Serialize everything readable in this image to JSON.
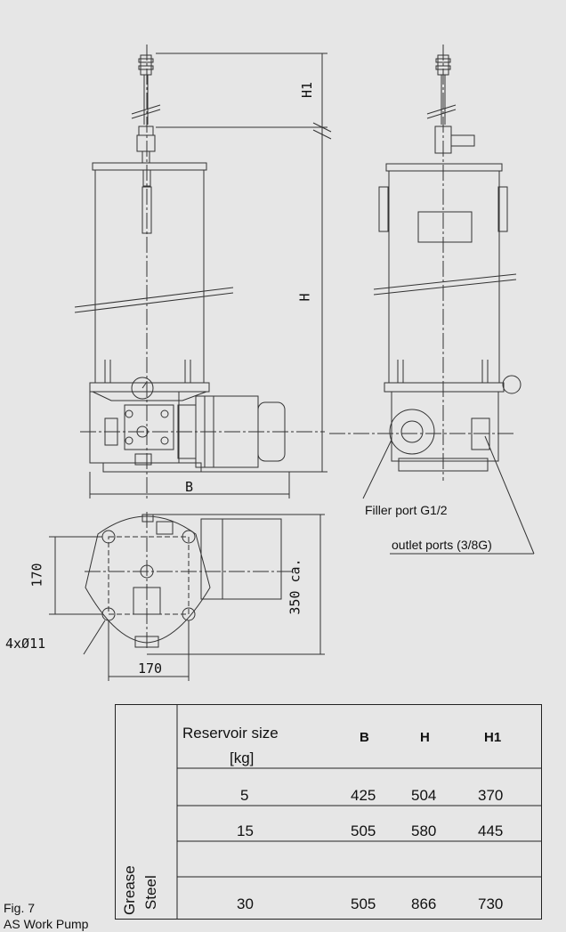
{
  "drawing": {
    "labels": {
      "h1": "H1",
      "h": "H",
      "b": "B",
      "filler_port": "Filler port G1/2",
      "outlet_ports": "outlet ports (3/8G)",
      "dim_170_vertical": "170",
      "dim_350": "350 ca.",
      "dim_holes": "4xØ11",
      "dim_170_horizontal": "170"
    }
  },
  "table": {
    "headers": {
      "reservoir": "Reservoir size",
      "unit": "[kg]",
      "b": "B",
      "h": "H",
      "h1": "H1"
    },
    "material_labels": {
      "grease": "Grease",
      "steel": "Steel"
    },
    "rows": [
      {
        "size": "5",
        "b": "425",
        "h": "504",
        "h1": "370"
      },
      {
        "size": "15",
        "b": "505",
        "h": "580",
        "h1": "445"
      },
      {
        "size": "30",
        "b": "505",
        "h": "866",
        "h1": "730"
      }
    ]
  },
  "caption": {
    "fig": "Fig. 7",
    "title": "AS Work Pump"
  }
}
